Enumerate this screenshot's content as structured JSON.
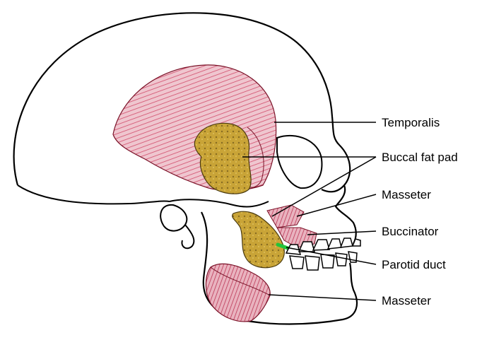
{
  "labels": {
    "temporalis": "Temporalis",
    "buccal_fat_pad": "Buccal fat pad",
    "masseter_upper": "Masseter",
    "buccinator": "Buccinator",
    "parotid_duct": "Parotid duct",
    "masseter_lower": "Masseter"
  },
  "colors": {
    "outline": "#000000",
    "muscle_fill": "#e8b4c0",
    "muscle_stripe": "#c8234a",
    "fat_pad_fill": "#c9a437",
    "fat_pad_dark": "#6b5418",
    "parotid_duct": "#22c43a",
    "tooth_fill": "#ffffff"
  }
}
